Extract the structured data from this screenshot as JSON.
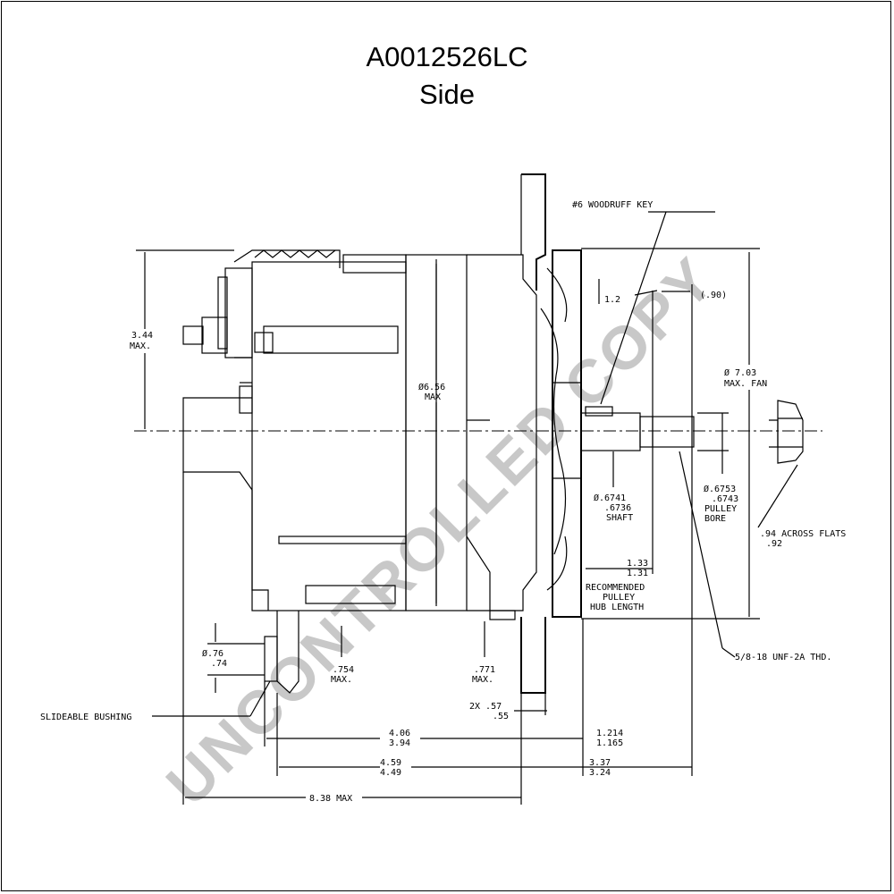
{
  "title": "A0012526LC",
  "subtitle": "Side",
  "watermark": "UNCONTROLLED COPY",
  "dimensions": {
    "max_3_44_a": "3.44",
    "max_3_44_b": "MAX.",
    "dia_6_56_a": "Ø6.56",
    "dia_6_56_b": "MAX",
    "woodruff_key": "#6 WOODRUFF KEY",
    "dim_1_2": "1.2",
    "dim_090": "(.90)",
    "fan_a": "Ø 7.03",
    "fan_b": "MAX. FAN",
    "shaft_a": "Ø.6741",
    "shaft_b": ".6736",
    "shaft_c": "SHAFT",
    "bore_a": "Ø.6753",
    "bore_b": ".6743",
    "bore_c": "PULLEY",
    "bore_d": "BORE",
    "flats_a": ".94 ACROSS FLATS",
    "flats_b": ".92",
    "hub_a": "1.33",
    "hub_b": "1.31",
    "hub_c": "RECOMMENDED",
    "hub_d": "PULLEY",
    "hub_e": "HUB LENGTH",
    "thread": "5/8-18 UNF-2A THD.",
    "dia_076_a": "Ø.76",
    "dia_076_b": ".74",
    "d_754_a": ".754",
    "d_754_b": "MAX.",
    "d_771_a": ".771",
    "d_771_b": "MAX.",
    "slide_bushing": "SLIDEABLE BUSHING",
    "twox_a": "2X  .57",
    "twox_b": ".55",
    "d_406_a": "4.06",
    "d_406_b": "3.94",
    "d_1214_a": "1.214",
    "d_1214_b": "1.165",
    "d_459_a": "4.59",
    "d_459_b": "4.49",
    "d_337_a": "3.37",
    "d_337_b": "3.24",
    "overall": "8.38 MAX"
  }
}
